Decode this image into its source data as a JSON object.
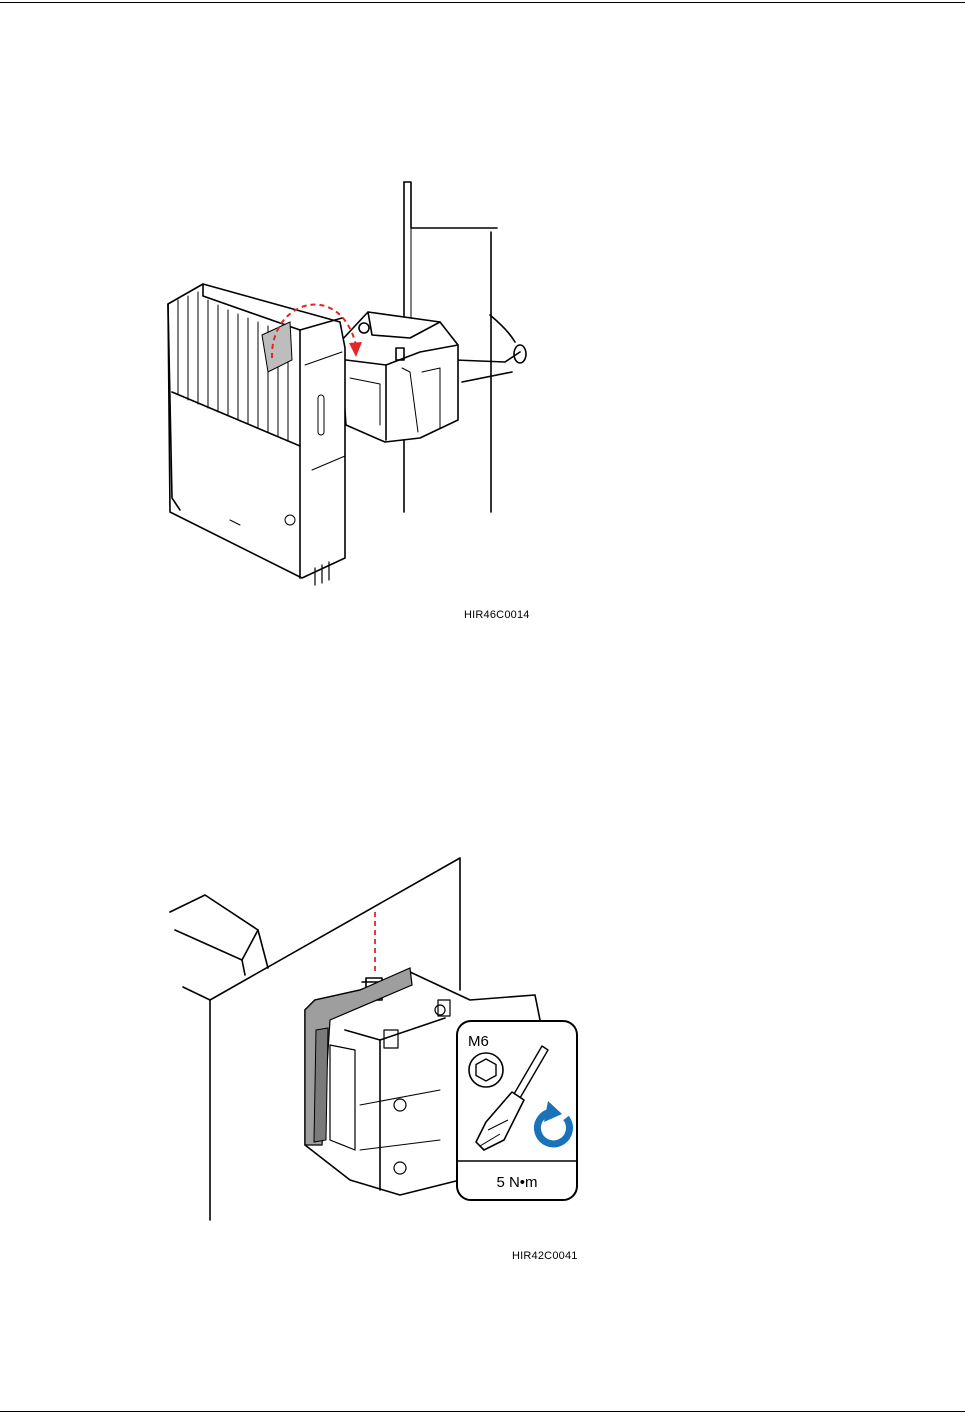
{
  "figure1": {
    "code": "HIR46C0014"
  },
  "figure2": {
    "code": "HIR42C0041",
    "callout": {
      "screw_size": "M6",
      "torque": "5 N•m",
      "tool_icon": "screwdriver-icon",
      "bit_icon": "hex-bit-icon",
      "direction_icon": "clockwise-arrow-icon",
      "direction_color": "#1a73b8"
    },
    "guide_line_color": "#e2262a"
  }
}
